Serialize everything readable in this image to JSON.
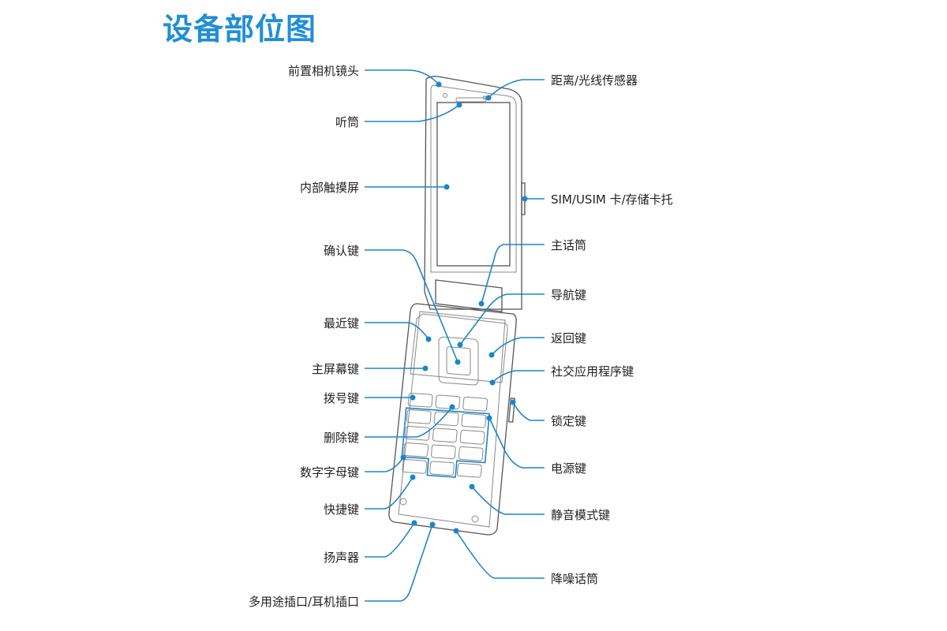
{
  "title": "设备部位图",
  "accent_color": "#1f8fd6",
  "left_labels": [
    "前置相机镜头",
    "听筒",
    "内部触摸屏",
    "确认键",
    "最近键",
    "主屏幕键",
    "拨号键",
    "删除键",
    "数字字母键",
    "快捷键",
    "扬声器",
    "多用途插口/耳机插口"
  ],
  "right_labels": [
    "距离/光线传感器",
    "SIM/USIM 卡/存储卡托",
    "主话筒",
    "导航键",
    "返回键",
    "社交应用程序键",
    "锁定键",
    "电源键",
    "静音模式键",
    "降噪话筒"
  ]
}
